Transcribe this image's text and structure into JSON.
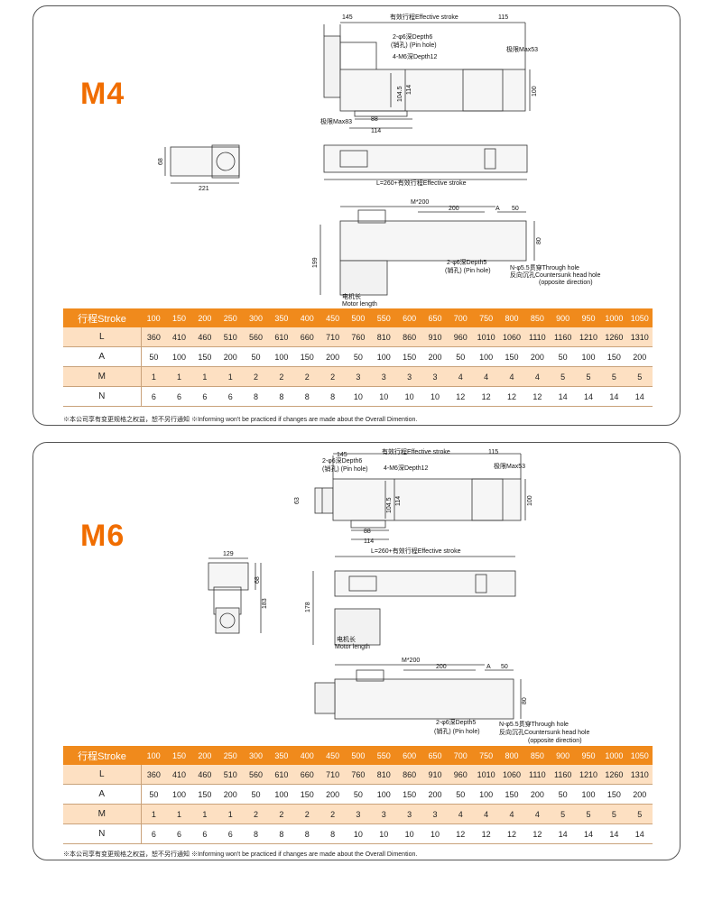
{
  "colors": {
    "accent": "#f06d00",
    "header_bg": "#f08a1c",
    "row_tint": "#fde0c2"
  },
  "models": [
    {
      "id": "m4",
      "title": "M4",
      "labels": {
        "dim_145": "145",
        "effective_stroke_top": "有效行程Effective stroke",
        "dim_115": "115",
        "pin_hole_a": "2-φ6深Depth6",
        "pin_hole_b": "(销孔) (Pin hole)",
        "m6_depth": "4-M6深Depth12",
        "max53": "极限Max53",
        "dim_104_5": "104.5",
        "dim_114_v": "114",
        "dim_100": "100",
        "max83": "极限Max83",
        "dim_88": "88",
        "dim_114_h": "114",
        "dim_68": "68",
        "dim_221": "221",
        "length_formula": "L=260+有效行程Effective stroke",
        "m200": "M*200",
        "dim_200": "200",
        "dim_a": "A",
        "dim_50": "50",
        "dim_199": "199",
        "dim_80": "80",
        "pin_hole5_a": "2-φ6深Depth5",
        "pin_hole5_b": "(销孔) (Pin hole)",
        "through_hole": "N-φ5.5贯穿Through hole",
        "countersunk": "反向沉孔Countersunk head hole",
        "opposite": "(opposite direction)",
        "motor_cn": "电机长",
        "motor_en": "Motor length"
      },
      "table": {
        "rows": [
          {
            "label": "行程Stroke",
            "values": [
              "100",
              "150",
              "200",
              "250",
              "300",
              "350",
              "400",
              "450",
              "500",
              "550",
              "600",
              "650",
              "700",
              "750",
              "800",
              "850",
              "900",
              "950",
              "1000",
              "1050"
            ]
          },
          {
            "label": "L",
            "values": [
              "360",
              "410",
              "460",
              "510",
              "560",
              "610",
              "660",
              "710",
              "760",
              "810",
              "860",
              "910",
              "960",
              "1010",
              "1060",
              "1110",
              "1160",
              "1210",
              "1260",
              "1310"
            ]
          },
          {
            "label": "A",
            "values": [
              "50",
              "100",
              "150",
              "200",
              "50",
              "100",
              "150",
              "200",
              "50",
              "100",
              "150",
              "200",
              "50",
              "100",
              "150",
              "200",
              "50",
              "100",
              "150",
              "200"
            ]
          },
          {
            "label": "M",
            "values": [
              "1",
              "1",
              "1",
              "1",
              "2",
              "2",
              "2",
              "2",
              "3",
              "3",
              "3",
              "3",
              "4",
              "4",
              "4",
              "4",
              "5",
              "5",
              "5",
              "5"
            ]
          },
          {
            "label": "N",
            "values": [
              "6",
              "6",
              "6",
              "6",
              "8",
              "8",
              "8",
              "8",
              "10",
              "10",
              "10",
              "10",
              "12",
              "12",
              "12",
              "12",
              "14",
              "14",
              "14",
              "14"
            ]
          }
        ]
      },
      "note": "※本公司享有变更规格之权益，恕不另行通知 ※Informing won't be practiced if changes are made about the Overall Dimention."
    },
    {
      "id": "m6",
      "title": "M6",
      "labels": {
        "dim_145": "145",
        "effective_stroke_top": "有效行程Effective stroke",
        "dim_115": "115",
        "pin_hole_a": "2-φ6深Depth6",
        "pin_hole_b": "(销孔) (Pin hole)",
        "m6_depth": "4-M6深Depth12",
        "max53": "极限Max53",
        "dim_63": "63",
        "dim_104_5": "104.5",
        "dim_114_v": "114",
        "dim_100": "100",
        "dim_88": "88",
        "dim_114_h": "114",
        "dim_129": "129",
        "dim_68": "68",
        "dim_183": "183",
        "length_formula": "L=260+有效行程Effective stroke",
        "dim_178": "178",
        "motor_cn": "电机长",
        "motor_en": "Motor length",
        "m200": "M*200",
        "dim_200": "200",
        "dim_a": "A",
        "dim_50": "50",
        "dim_80": "80",
        "pin_hole5_a": "2-φ6深Depth5",
        "pin_hole5_b": "(销孔) (Pin hole)",
        "through_hole": "N-φ5.5贯穿Through hole",
        "countersunk": "反向沉孔Countersunk head hole",
        "opposite": "(opposite direction)"
      },
      "table": {
        "rows": [
          {
            "label": "行程Stroke",
            "values": [
              "100",
              "150",
              "200",
              "250",
              "300",
              "350",
              "400",
              "450",
              "500",
              "550",
              "600",
              "650",
              "700",
              "750",
              "800",
              "850",
              "900",
              "950",
              "1000",
              "1050"
            ]
          },
          {
            "label": "L",
            "values": [
              "360",
              "410",
              "460",
              "510",
              "560",
              "610",
              "660",
              "710",
              "760",
              "810",
              "860",
              "910",
              "960",
              "1010",
              "1060",
              "1110",
              "1160",
              "1210",
              "1260",
              "1310"
            ]
          },
          {
            "label": "A",
            "values": [
              "50",
              "100",
              "150",
              "200",
              "50",
              "100",
              "150",
              "200",
              "50",
              "100",
              "150",
              "200",
              "50",
              "100",
              "150",
              "200",
              "50",
              "100",
              "150",
              "200"
            ]
          },
          {
            "label": "M",
            "values": [
              "1",
              "1",
              "1",
              "1",
              "2",
              "2",
              "2",
              "2",
              "3",
              "3",
              "3",
              "3",
              "4",
              "4",
              "4",
              "4",
              "5",
              "5",
              "5",
              "5"
            ]
          },
          {
            "label": "N",
            "values": [
              "6",
              "6",
              "6",
              "6",
              "8",
              "8",
              "8",
              "8",
              "10",
              "10",
              "10",
              "10",
              "12",
              "12",
              "12",
              "12",
              "14",
              "14",
              "14",
              "14"
            ]
          }
        ]
      },
      "note": "※本公司享有变更规格之权益，恕不另行通知 ※Informing won't be practiced if changes are made about the Overall Dimention."
    }
  ]
}
